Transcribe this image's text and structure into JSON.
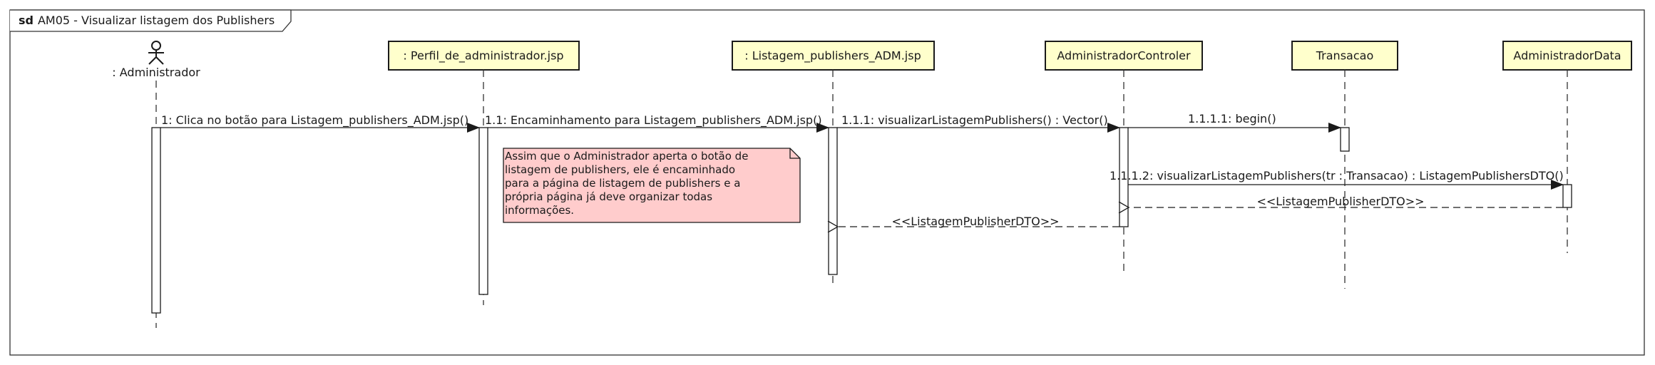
{
  "frame": {
    "keyword": "sd",
    "name": "AM05 - Visualizar listagem dos Publishers"
  },
  "actor": {
    "name": ": Administrador"
  },
  "lifelines": [
    {
      "name": ": Perfil_de_administrador.jsp"
    },
    {
      "name": ": Listagem_publishers_ADM.jsp"
    },
    {
      "name": "AdministradorControler"
    },
    {
      "name": "Transacao"
    },
    {
      "name": "AdministradorData"
    }
  ],
  "messages": [
    {
      "label": "1: Clica no botão para Listagem_publishers_ADM.jsp()",
      "kind": "sync"
    },
    {
      "label": "1.1: Encaminhamento para Listagem_publishers_ADM.jsp()",
      "kind": "sync"
    },
    {
      "label": "1.1.1: visualizarListagemPublishers() : Vector()",
      "kind": "sync"
    },
    {
      "label": "1.1.1.1: begin()",
      "kind": "sync"
    },
    {
      "label": "1.1.1.2: visualizarListagemPublishers(tr : Transacao) : ListagemPublishersDTO()",
      "kind": "sync"
    },
    {
      "label": "<<ListagemPublisherDTO>>",
      "kind": "return"
    },
    {
      "label": "<<ListagemPublisherDTO>>",
      "kind": "return"
    }
  ],
  "note": {
    "lines": [
      "Assim que o Administrador aperta o botão de",
      "listagem de publishers, ele é encaminhado",
      "para a página de listagem de publishers e a",
      "própria página já deve organizar todas",
      "informações."
    ]
  },
  "colors": {
    "lifeline_fill": "#ffffcc",
    "note_fill": "#ffcccc",
    "line": "#1a1a1a"
  }
}
